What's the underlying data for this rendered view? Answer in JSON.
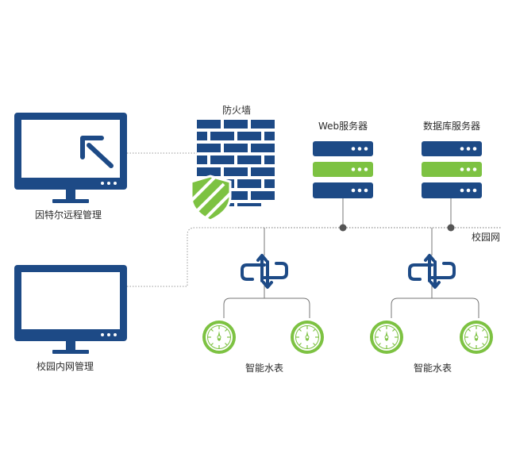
{
  "labels": {
    "intel_remote": "因特尔远程管理",
    "campus_internal": "校园内网管理",
    "firewall": "防火墙",
    "web_server": "Web服务器",
    "db_server": "数据库服务器",
    "campus_network": "校园网",
    "meters_left": "智能水表",
    "meters_right": "智能水表"
  },
  "colors": {
    "navy": "#1d4a86",
    "green": "#7dc242",
    "link_gray": "#9a9a9a",
    "dot_gray": "#555555"
  },
  "icons": {
    "monitor": "monitor-icon",
    "cursor": "cursor-arrow-icon",
    "firewall": "brick-wall-icon",
    "shield": "shield-icon",
    "server": "server-rack-icon",
    "switch": "network-switch-icon",
    "meter": "water-meter-icon"
  }
}
